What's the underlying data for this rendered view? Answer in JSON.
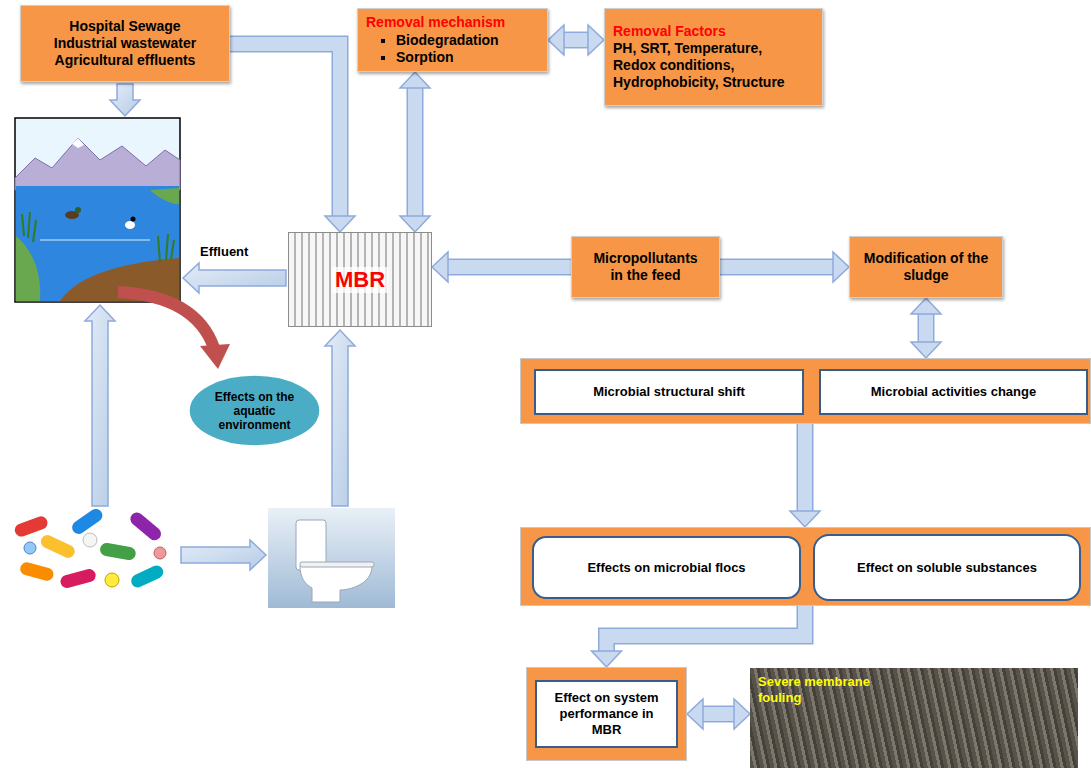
{
  "diagram": {
    "nodes": [
      {
        "text": [
          "Hospital Sewage Industrial wastewater Agricultural effluents"
        ]
      },
      {
        "text": [
          "Removal mechanism",
          "Biodegradation",
          "Sorption"
        ]
      },
      {
        "text": [
          "Removal Factors",
          "PH, SRT, Temperature, Redox conditions, Hydrophobicity, Structure"
        ]
      },
      {
        "text": [
          "MBR"
        ]
      },
      {
        "text": [
          "Micropollutants in the feed"
        ]
      },
      {
        "text": [
          "Modification of the sludge"
        ]
      },
      {
        "text": [
          "Effects on the aquatic environment"
        ]
      },
      {
        "text": []
      },
      {
        "text": [
          "Microbial structural shift"
        ],
        "in": 7
      },
      {
        "text": [
          "Microbial activities change"
        ],
        "in": 7
      },
      {
        "text": []
      },
      {
        "text": [
          "Effects on microbial flocs"
        ],
        "in": 10
      },
      {
        "text": [
          "Effect on soluble substances"
        ],
        "in": 10
      },
      {
        "text": [
          "Effect on system performance in MBR"
        ]
      },
      {
        "text": [
          "Severe membrane fouling"
        ]
      }
    ],
    "edges": [
      {
        "from": 0,
        "to": 3,
        "arrow": "to"
      },
      {
        "from": 1,
        "to": 3,
        "arrow": "both"
      },
      {
        "from": 1,
        "to": 2,
        "arrow": "both"
      },
      {
        "from": 4,
        "to": 3,
        "arrow": "to"
      },
      {
        "from": 4,
        "to": 5,
        "arrow": "to"
      },
      {
        "from": 5,
        "to": 7,
        "arrow": "both"
      },
      {
        "from": 7,
        "to": 10,
        "arrow": "to"
      },
      {
        "from": 10,
        "to": 13,
        "arrow": "to"
      },
      {
        "from": 13,
        "to": 14,
        "arrow": "both"
      }
    ],
    "labels": [
      "Effluent"
    ]
  }
}
